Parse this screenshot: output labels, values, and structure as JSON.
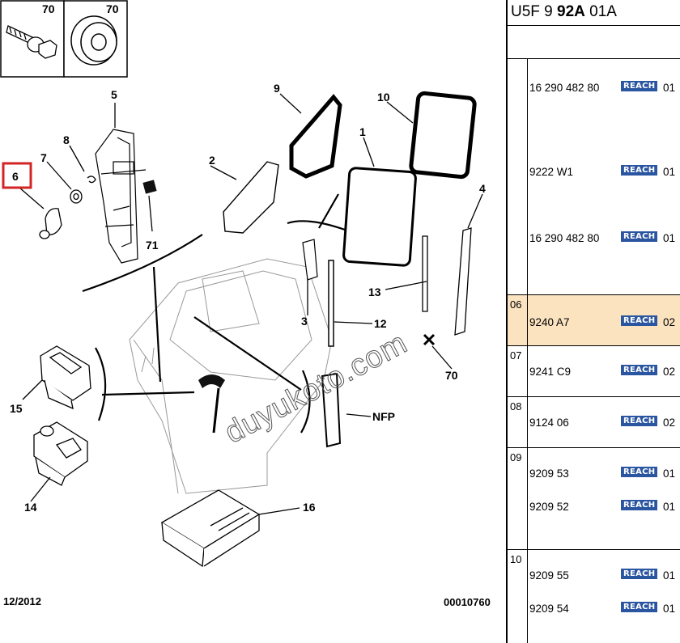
{
  "diagram": {
    "callouts": [
      "70",
      "70",
      "5",
      "9",
      "10",
      "8",
      "7",
      "6",
      "2",
      "1",
      "4",
      "71",
      "13",
      "3",
      "12",
      "70",
      "15",
      "NFP",
      "14",
      "16"
    ],
    "watermark": "duyukoto.com",
    "footer_date": "12/2012",
    "footer_ref": "00010760"
  },
  "sidebar": {
    "code_prefix": "U5F 9 ",
    "code_bold": "92A",
    "code_suffix": " 01A",
    "reach_label": "REACH",
    "badge_color": "#2a55a0",
    "highlight_color": "#fbe3c0",
    "groups": [
      {
        "index": "",
        "entries": [
          {
            "ref": "16 290 482 80",
            "qty": "01"
          },
          {
            "ref": "9222 W1",
            "qty": "01"
          },
          {
            "ref": "16 290 482 80",
            "qty": "01"
          }
        ]
      },
      {
        "index": "06",
        "entries": [
          {
            "ref": "9240 A7",
            "qty": "02"
          }
        ]
      },
      {
        "index": "07",
        "entries": [
          {
            "ref": "9241 C9",
            "qty": "02"
          }
        ]
      },
      {
        "index": "08",
        "entries": [
          {
            "ref": "9124 06",
            "qty": "02"
          }
        ]
      },
      {
        "index": "09",
        "entries": [
          {
            "ref": "9209 53",
            "qty": "01"
          },
          {
            "ref": "9209 52",
            "qty": "01"
          }
        ]
      },
      {
        "index": "10",
        "entries": [
          {
            "ref": "9209 55",
            "qty": "01"
          },
          {
            "ref": "9209 54",
            "qty": "01"
          }
        ]
      }
    ]
  }
}
